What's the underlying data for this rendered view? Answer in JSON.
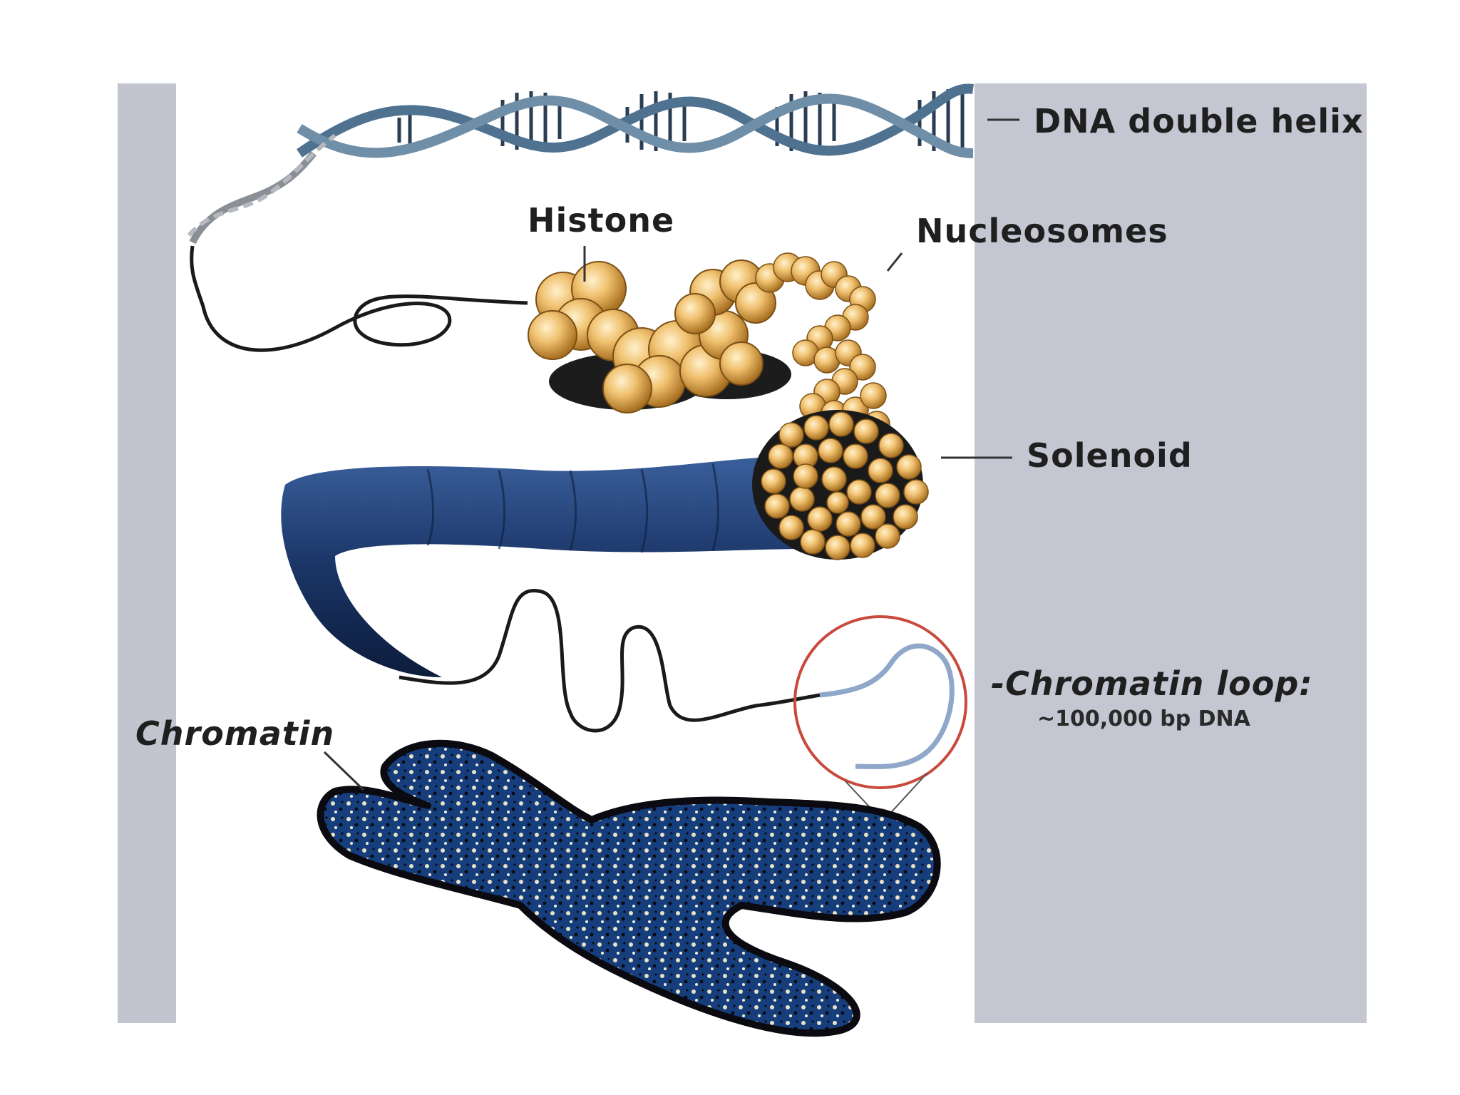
{
  "labels": {
    "dna_double_helix": "DNA double helix",
    "histone": "Histone",
    "nucleosomes": "Nucleosomes",
    "solenoid": "Solenoid",
    "chromatin_loop": "-Chromatin loop:",
    "chromatin_loop_detail": "~100,000 bp DNA",
    "chromatin": "Chromatin"
  },
  "colors": {
    "panel_gray": "#c4c7d2",
    "left_strip": "#c2c5cf",
    "bead_gold": "#e8b45a",
    "bead_highlight": "#fbe5b0",
    "solenoid_blue": "#1d3461",
    "chromosome_blue": "#123a73",
    "loop_circle": "#c84a3c"
  }
}
